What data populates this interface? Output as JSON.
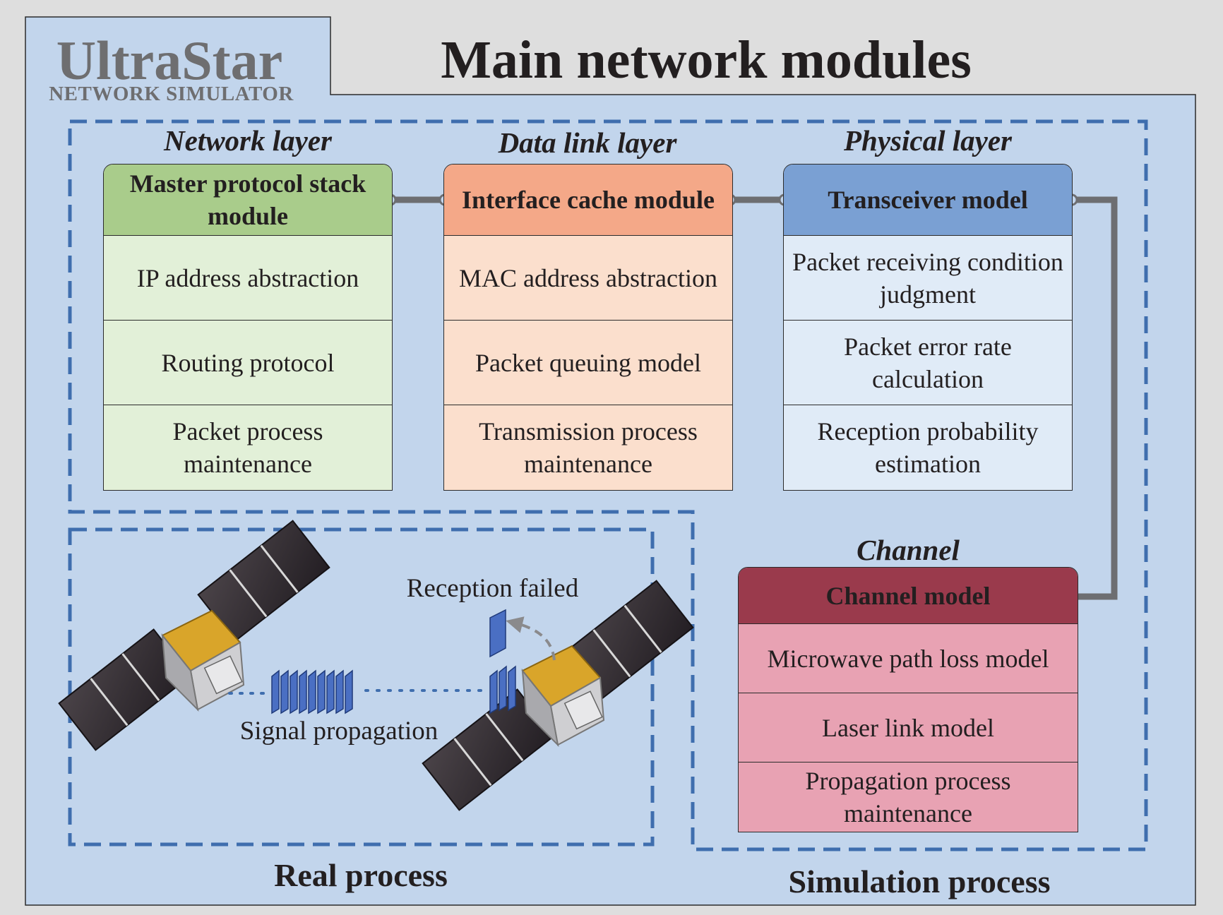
{
  "logo": {
    "title": "UltraStar",
    "subtitle": "NETWORK SIMULATOR"
  },
  "title": "Main network modules",
  "layers": {
    "network": {
      "label": "Network layer",
      "header": "Master protocol stack module",
      "rows": [
        "IP address abstraction",
        "Routing protocol",
        "Packet process maintenance"
      ]
    },
    "datalink": {
      "label": "Data link layer",
      "header": "Interface cache module",
      "rows": [
        "MAC address abstraction",
        "Packet queuing model",
        "Transmission process maintenance"
      ]
    },
    "physical": {
      "label": "Physical layer",
      "header": "Transceiver model",
      "rows": [
        "Packet receiving condition judgment",
        "Packet error rate calculation",
        "Reception probability estimation"
      ]
    },
    "channel": {
      "label": "Channel",
      "header": "Channel model",
      "rows": [
        "Microwave path loss model",
        "Laser link model",
        "Propagation process maintenance"
      ]
    }
  },
  "real_process": {
    "label": "Real process",
    "reception_failed": "Reception failed",
    "signal_propagation": "Signal propagation"
  },
  "simulation_process": {
    "label": "Simulation process"
  },
  "colors": {
    "background": "#dedede",
    "panel": "#c2d5ec",
    "dashed_border": "#3f6eae",
    "network": "#a9cc8b",
    "datalink": "#f4a888",
    "physical": "#7aa0d3",
    "channel": "#9a3a4c",
    "connector": "#6d6e71"
  }
}
